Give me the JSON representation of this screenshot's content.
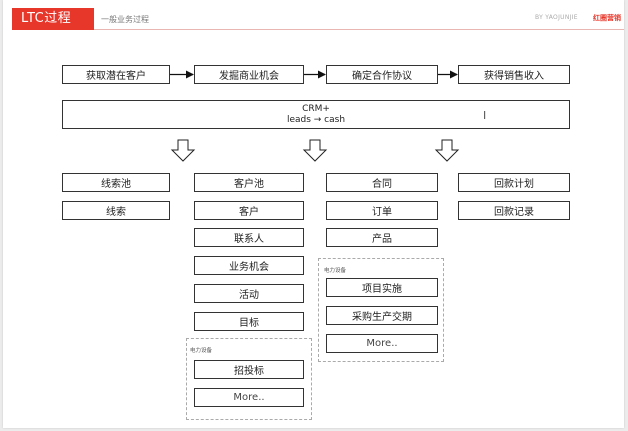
{
  "header": {
    "title": "LTC过程",
    "subtitle": "一般业务过程",
    "by": "BY YAOJUNJIE",
    "brand": "红圈营销"
  },
  "stages": [
    "获取潜在客户",
    "发掘商业机会",
    "确定合作协议",
    "获得销售收入"
  ],
  "crm": {
    "line1": "CRM+",
    "line2": "leads → cash"
  },
  "columns": {
    "col1": [
      "线索池",
      "线索"
    ],
    "col2": [
      "客户池",
      "客户",
      "联系人",
      "业务机会",
      "活动",
      "目标"
    ],
    "col2_ext": {
      "label": "电力设备",
      "items": [
        "招投标",
        "More.."
      ]
    },
    "col3": [
      "合同",
      "订单",
      "产品"
    ],
    "col3_ext": {
      "label": "电力设备",
      "items": [
        "项目实施",
        "采购生产交期",
        "More.."
      ]
    },
    "col4": [
      "回款计划",
      "回款记录"
    ]
  }
}
